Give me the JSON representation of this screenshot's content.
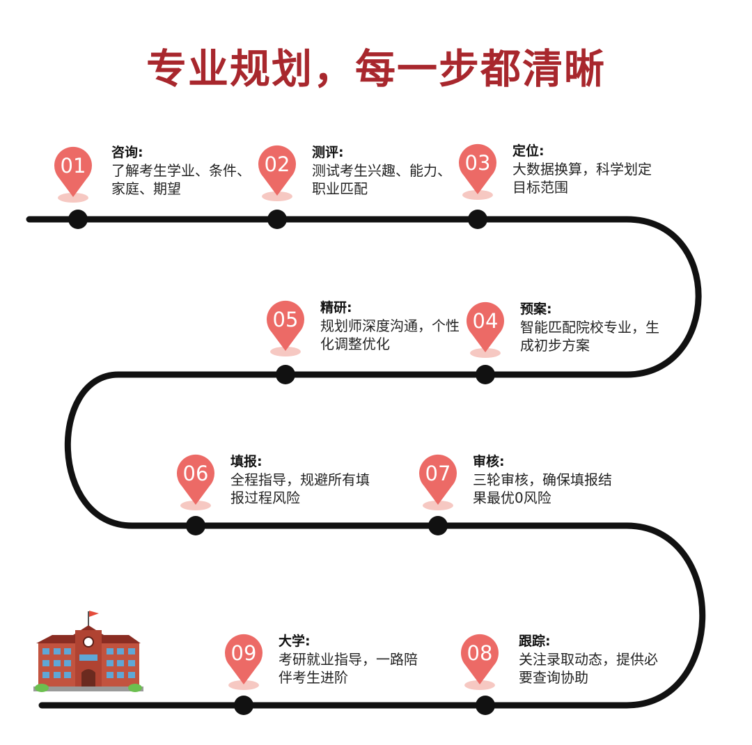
{
  "title": "专业规划，每一步都清晰",
  "colors": {
    "title": "#a8272d",
    "pin": "#ec6a66",
    "pin_shadow": "#f6c8c2",
    "path": "#111111"
  },
  "steps": [
    {
      "num": "01",
      "head": "咨询:",
      "body": "了解考生学业、条件、家庭、期望"
    },
    {
      "num": "02",
      "head": "测评:",
      "body": "测试考生兴趣、能力、职业匹配"
    },
    {
      "num": "03",
      "head": "定位:",
      "body": "大数据换算，科学划定目标范围"
    },
    {
      "num": "04",
      "head": "预案:",
      "body": "智能匹配院校专业，生成初步方案"
    },
    {
      "num": "05",
      "head": "精研:",
      "body": "规划师深度沟通，个性化调整优化"
    },
    {
      "num": "06",
      "head": "填报:",
      "body": "全程指导，规避所有填报过程风险"
    },
    {
      "num": "07",
      "head": "审核:",
      "body": "三轮审核，确保填报结果最优0风险"
    },
    {
      "num": "08",
      "head": "跟踪:",
      "body": "关注录取动态，提供必要查询协助"
    },
    {
      "num": "09",
      "head": "大学:",
      "body": "考研就业指导，一路陪伴考生进阶"
    }
  ],
  "icons": {
    "destination": "university-building-icon"
  }
}
